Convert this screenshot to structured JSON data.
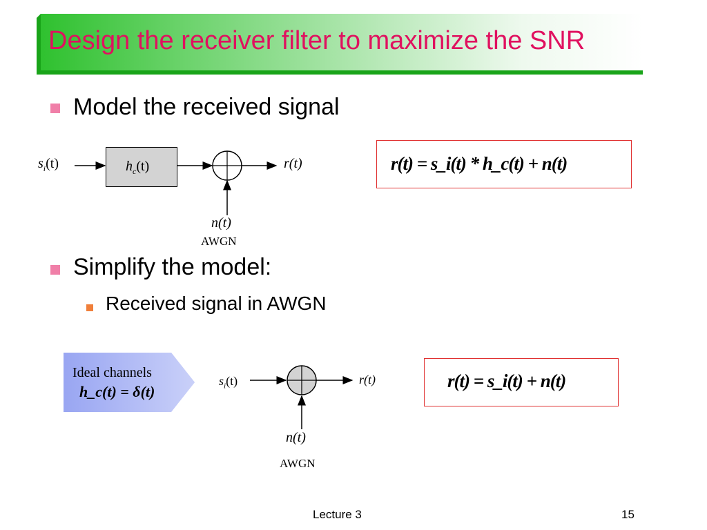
{
  "title": "Design the receiver filter to maximize the SNR",
  "bullets": {
    "b1": "Model the received signal",
    "b2": "Simplify the model:",
    "b2_sub": "Received signal in AWGN"
  },
  "diagram1": {
    "input": "s",
    "input_sub": "i",
    "input_arg": "(t)",
    "filter": "h",
    "filter_sub": "c",
    "filter_arg": "(t)",
    "output": "r(t)",
    "noise": "n(t)",
    "noise_label": "AWGN",
    "equation": "r(t) = s_i(t) * h_c(t) + n(t)"
  },
  "diagram2": {
    "ideal_label": "Ideal channels",
    "ideal_eq": "h_c(t) = δ(t)",
    "input": "s",
    "input_sub": "i",
    "input_arg": "(t)",
    "output": "r(t)",
    "noise": "n(t)",
    "noise_label": "AWGN",
    "equation": "r(t) = s_i(t) + n(t)"
  },
  "footer": {
    "center": "Lecture 3",
    "page": "15"
  },
  "colors": {
    "title_text": "#e0115f",
    "title_green": "#19a419",
    "bullet_pink": "#f07fa8",
    "bullet_orange": "#f07f3a",
    "equation_border": "#e03030",
    "ideal_fill": "#a9b4f5"
  }
}
